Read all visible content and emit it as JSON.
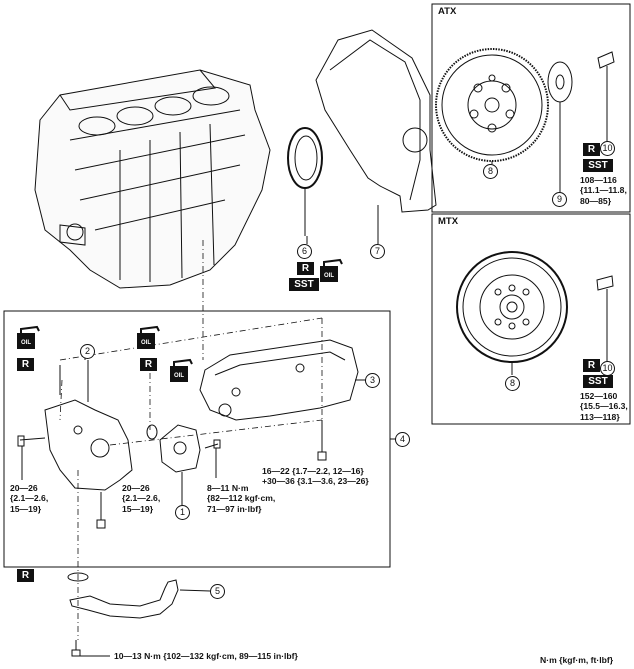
{
  "sections": {
    "atx": "ATX",
    "mtx": "MTX"
  },
  "badges": {
    "r": "R",
    "sst": "SST",
    "oil": "OIL"
  },
  "callouts": [
    "1",
    "2",
    "3",
    "4",
    "5",
    "6",
    "7",
    "8",
    "9",
    "10"
  ],
  "torques": {
    "atx_flywheel_bolt": "108—116\n{11.1—11.8,\n80—85}",
    "mtx_flywheel_bolt": "152—160\n{15.5—16.3,\n113—118}",
    "pump_bolt_left": "20—26\n{2.1—2.6,\n15—19}",
    "pump_bolt_mid": "20—26\n{2.1—2.6,\n15—19}",
    "oil_pump_small": "8—11 N·m\n{82—112 kgf·cm,\n71—97 in·lbf}",
    "oil_pan_bolts": "16—22 {1.7—2.2, 12—16}\n+30—36 {3.1—3.6, 23—26}",
    "strainer_bolt": "10—13 N·m {102—132 kgf·cm, 89—115 in·lbf}"
  },
  "units_note": "N·m {kgf·m, ft·lbf}",
  "colors": {
    "ink": "#111111",
    "paper": "#ffffff",
    "badge_bg": "#111111"
  }
}
